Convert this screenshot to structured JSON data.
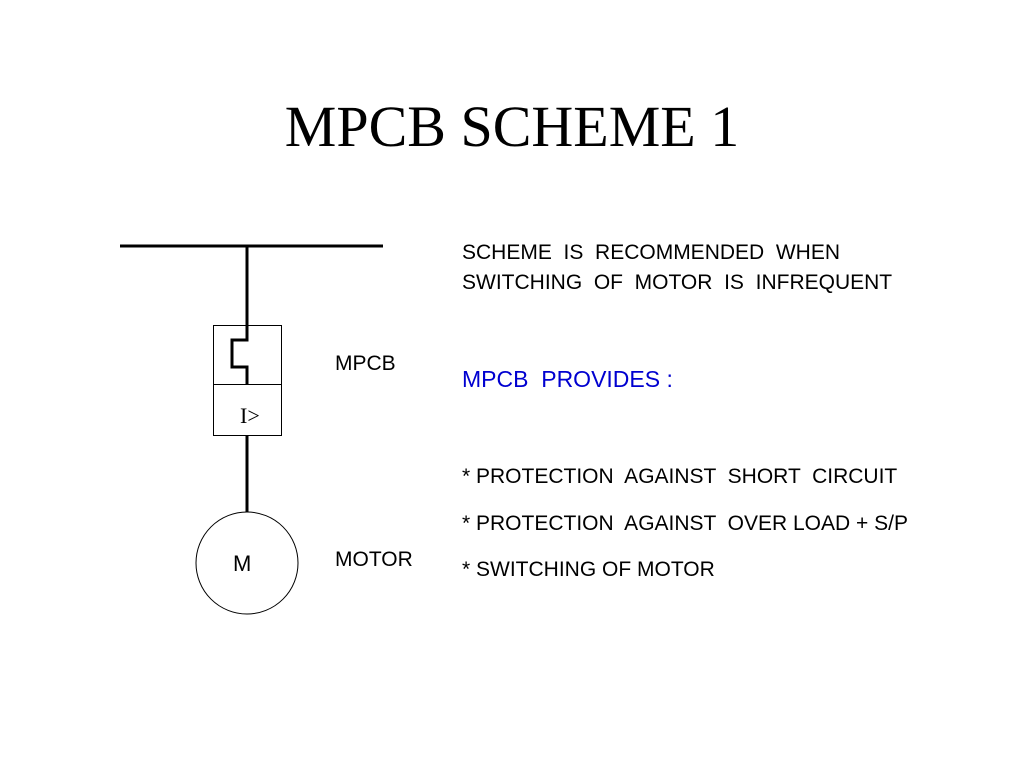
{
  "title": "MPCB SCHEME 1",
  "diagram": {
    "mpcb_label": "MPCB",
    "mpcb_box_text": "I>",
    "motor_label": "MOTOR",
    "motor_symbol": "M"
  },
  "notes": {
    "line1": "SCHEME  IS  RECOMMENDED  WHEN",
    "line2": "SWITCHING  OF  MOTOR  IS  INFREQUENT",
    "provides_heading": "MPCB  PROVIDES :",
    "bullets": [
      "* PROTECTION  AGAINST  SHORT  CIRCUIT",
      "* PROTECTION  AGAINST  OVER LOAD + S/P",
      "* SWITCHING OF MOTOR"
    ]
  },
  "colors": {
    "text": "#000000",
    "heading_blue": "#0000d0"
  }
}
